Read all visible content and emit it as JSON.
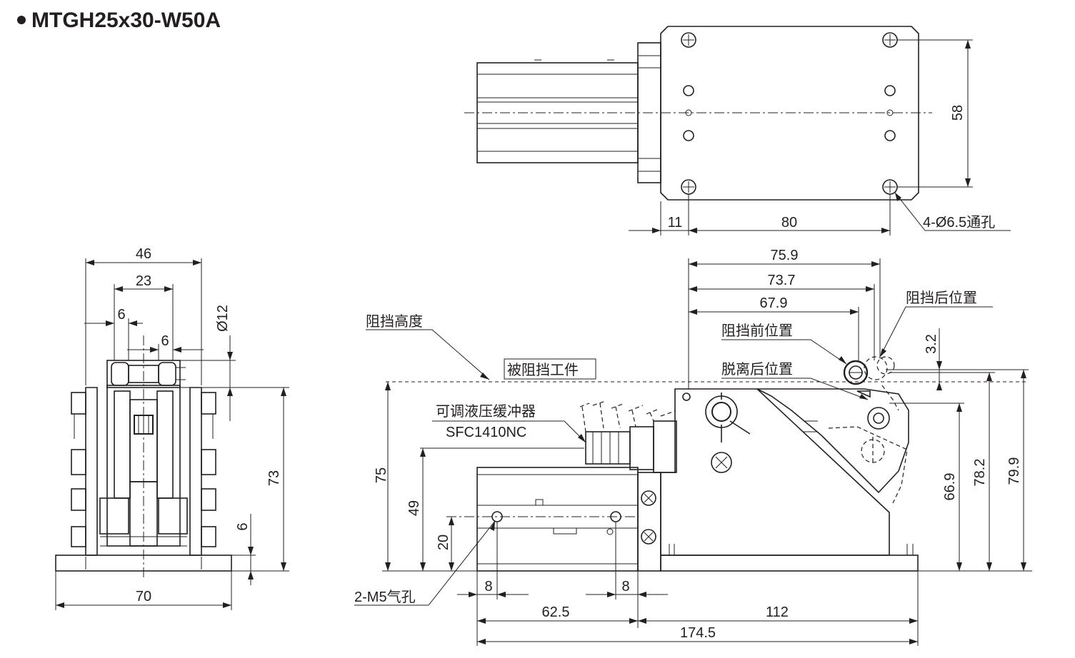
{
  "title": "MTGH25x30-W50A",
  "top_view": {
    "dims": {
      "width_58": "58",
      "offset_11": "11",
      "pitch_80": "80"
    },
    "hole_callout": "4-Ø6.5通孔"
  },
  "end_view": {
    "dims": {
      "w46": "46",
      "w23": "23",
      "w6_left": "6",
      "w6_right": "6",
      "dia12": "Ø12",
      "h73": "73",
      "h6": "6",
      "w70": "70"
    }
  },
  "side_view": {
    "labels": {
      "stop_height": "阻挡高度",
      "workpiece": "被阻挡工件",
      "damper_name": "可调液压缓冲器",
      "damper_model": "SFC1410NC",
      "rear_position": "阻挡后位置",
      "front_position": "阻挡前位置",
      "release_position": "脱离后位置",
      "air_port": "2-M5气孔"
    },
    "dims": {
      "d75_9": "75.9",
      "d73_7": "73.7",
      "d67_9": "67.9",
      "d3_2": "3.2",
      "h75": "75",
      "h49": "49",
      "h20": "20",
      "h66_9": "66.9",
      "h78_2": "78.2",
      "h79_9": "79.9",
      "w8_left": "8",
      "w8_right": "8",
      "w62_5": "62.5",
      "w112": "112",
      "w174_5": "174.5"
    }
  }
}
